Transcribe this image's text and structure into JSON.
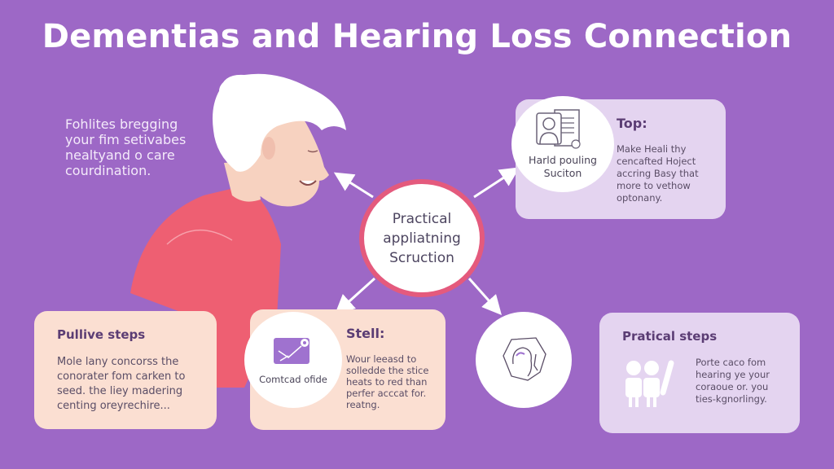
{
  "title": "Dementias  and Hearing Loss Connection",
  "colors": {
    "background": "#9d68c6",
    "hub_border": "#e45a7d",
    "shirt": "#ee5f72",
    "peach_card": "#fbdfd2",
    "lilac_card": "#e4d4f0",
    "heading_text": "#5b3d74"
  },
  "intro": {
    "lines": [
      "Fohlites bregging",
      "your fim setivabes",
      "nealtyand o care",
      "courdination."
    ]
  },
  "hub": {
    "lines": [
      "Practical",
      "appliatning",
      "Scruction"
    ]
  },
  "cards": {
    "top_right": {
      "icon": "profile-document-icon",
      "bubble_lines": [
        "Harld pouling",
        "Suciton"
      ],
      "heading": "Top:",
      "body_lines": [
        "Make Heali  thy",
        "cencafted Hoject",
        "accring Basy that",
        "more to vethow",
        "optonany."
      ]
    },
    "bottom_left": {
      "heading": "Pullive steps",
      "body_lines": [
        "Mole lany concorss the",
        "conorater fom carken to",
        "seed. the liey madering",
        "centing oreyrechire..."
      ]
    },
    "bottom_middle": {
      "icon": "envelope-icon",
      "bubble_label": "Comtcad ofide",
      "heading": "Stell:",
      "body_lines": [
        "Wour leeasd to",
        "solledde the stice",
        "heats to red than",
        "perfer acccat for.",
        "reatng."
      ]
    },
    "bottom_right_bubble": {
      "icon": "head-hearing-icon"
    },
    "bottom_right": {
      "icon": "people-icon",
      "heading": "Pratical steps",
      "body_lines": [
        "Porte caco fom",
        "hearing ye your",
        "coraoue or. you",
        "ties-kgnorlingy."
      ]
    }
  }
}
